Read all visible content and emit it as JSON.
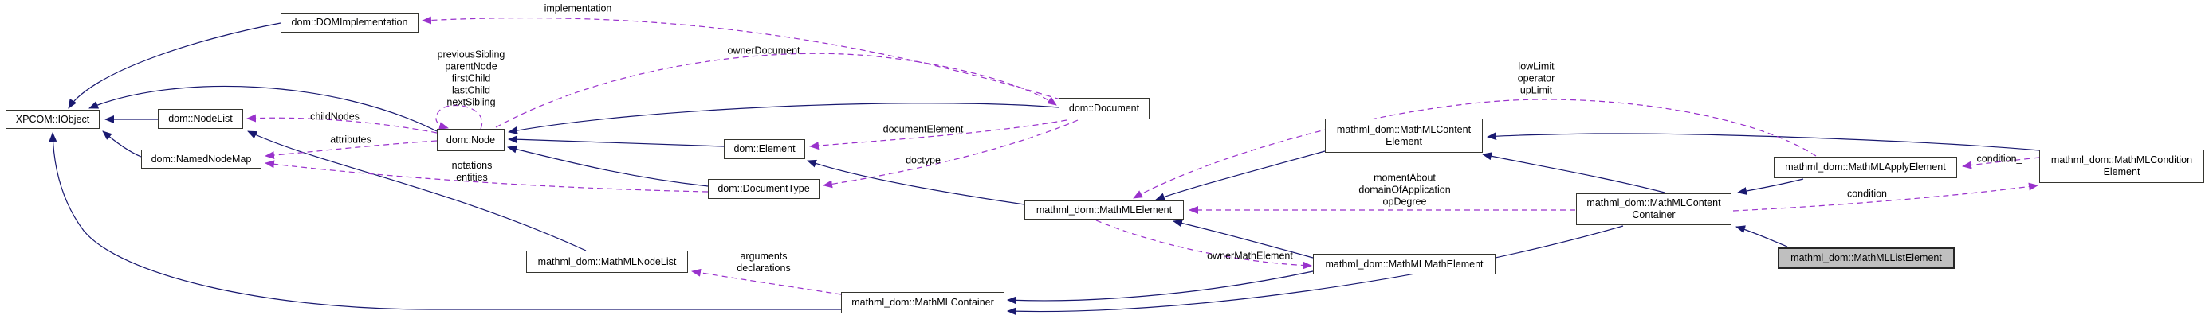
{
  "diagram": {
    "type": "class-collaboration-graph",
    "colors": {
      "inheritance_edge": "#191970",
      "usage_edge": "#9932cc",
      "node_border": "#35352f",
      "node_fill": "#ffffff",
      "current_node_fill": "#bfbfbf",
      "text": "#000000",
      "background": "#ffffff"
    },
    "nodes": [
      {
        "id": "xpcom-iobject",
        "label": "XPCOM::IObject"
      },
      {
        "id": "dom-domimplementation",
        "label": "dom::DOMImplementation"
      },
      {
        "id": "dom-nodelist",
        "label": "dom::NodeList"
      },
      {
        "id": "dom-namednodemap",
        "label": "dom::NamedNodeMap"
      },
      {
        "id": "dom-node",
        "label": "dom::Node"
      },
      {
        "id": "dom-element",
        "label": "dom::Element"
      },
      {
        "id": "dom-documenttype",
        "label": "dom::DocumentType"
      },
      {
        "id": "dom-document",
        "label": "dom::Document"
      },
      {
        "id": "mathml-nodelist",
        "label": "mathml_dom::MathMLNodeList"
      },
      {
        "id": "mathml-container",
        "label": "mathml_dom::MathMLContainer"
      },
      {
        "id": "mathml-element",
        "label": "mathml_dom::MathMLElement"
      },
      {
        "id": "mathml-mathelement",
        "label": "mathml_dom::MathMLMathElement"
      },
      {
        "id": "mathml-contentelement",
        "label": "mathml_dom::MathMLContent\nElement"
      },
      {
        "id": "mathml-contentcontainer",
        "label": "mathml_dom::MathMLContent\nContainer"
      },
      {
        "id": "mathml-applyelement",
        "label": "mathml_dom::MathMLApplyElement"
      },
      {
        "id": "mathml-conditionelement",
        "label": "mathml_dom::MathMLCondition\nElement"
      },
      {
        "id": "mathml-listelement",
        "label": "mathml_dom::MathMLListElement",
        "current": true
      }
    ],
    "edge_labels": [
      {
        "id": "implementation",
        "text": "implementation"
      },
      {
        "id": "node-self-members",
        "text": "previousSibling\nparentNode\nfirstChild\nlastChild\nnextSibling"
      },
      {
        "id": "childNodes",
        "text": "childNodes"
      },
      {
        "id": "attributes",
        "text": "attributes"
      },
      {
        "id": "notations-entities",
        "text": "notations\nentities"
      },
      {
        "id": "ownerDocument",
        "text": "ownerDocument"
      },
      {
        "id": "documentElement",
        "text": "documentElement"
      },
      {
        "id": "doctype",
        "text": "doctype"
      },
      {
        "id": "apply-members",
        "text": "lowLimit\noperator\nupLimit"
      },
      {
        "id": "contentcontainer-members",
        "text": "momentAbout\ndomainOfApplication\nopDegree"
      },
      {
        "id": "container-members",
        "text": "arguments\ndeclarations"
      },
      {
        "id": "ownerMathElement",
        "text": "ownerMathElement"
      },
      {
        "id": "condition-underscore",
        "text": "condition_"
      },
      {
        "id": "condition",
        "text": "condition"
      }
    ]
  }
}
